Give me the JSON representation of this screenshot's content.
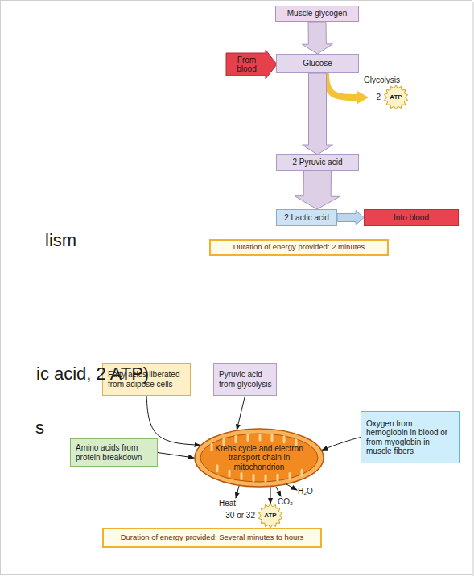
{
  "diagram": {
    "nodes": [
      {
        "text": [
          "Muscle glycogen"
        ]
      },
      {
        "text": [
          "From blood"
        ]
      },
      {
        "text": [
          "Glucose"
        ]
      },
      {
        "text": [
          "2",
          "ATP"
        ]
      },
      {
        "text": [
          "2 Pyruvic acid"
        ]
      },
      {
        "text": [
          "2 Lactic acid"
        ]
      },
      {
        "text": [
          "Into blood"
        ]
      },
      {
        "text": [
          "Duration of energy provided: 2 minutes"
        ]
      },
      {
        "text": [
          "Fatty acids liberated from adipose cells"
        ]
      },
      {
        "text": [
          "Pyruvic acid from glycolysis"
        ]
      },
      {
        "text": [
          "Oxygen from hemoglobin in blood or from myoglobin in muscle fibers"
        ]
      },
      {
        "text": [
          "Amino acids from protein breakdown"
        ]
      },
      {
        "text": [
          "Krebs cycle and electron transport chain in mitochondrion"
        ]
      },
      {
        "text": [
          "30 or 32",
          "ATP"
        ]
      },
      {
        "text": [
          "Duration of energy provided: Several minutes to hours"
        ]
      }
    ],
    "edges": [
      {
        "from": 0,
        "to": 2,
        "arrow": "to"
      },
      {
        "from": 2,
        "to": 3,
        "label": "Glycolysis",
        "arrow": "to"
      },
      {
        "from": 2,
        "to": 4,
        "arrow": "to"
      },
      {
        "from": 4,
        "to": 5,
        "arrow": "to"
      },
      {
        "from": 5,
        "to": 6,
        "arrow": "to"
      },
      {
        "from": 8,
        "to": 12,
        "arrow": "to"
      },
      {
        "from": 9,
        "to": 12,
        "arrow": "to"
      },
      {
        "from": 10,
        "to": 12,
        "arrow": "to"
      },
      {
        "from": 11,
        "to": 12,
        "arrow": "to"
      },
      {
        "from": 12,
        "to": 13,
        "arrow": "to"
      }
    ],
    "labels": [
      "lism",
      "ic acid, 2 ATP)",
      "s",
      "Heat",
      "CO₂",
      "H₂O"
    ]
  }
}
